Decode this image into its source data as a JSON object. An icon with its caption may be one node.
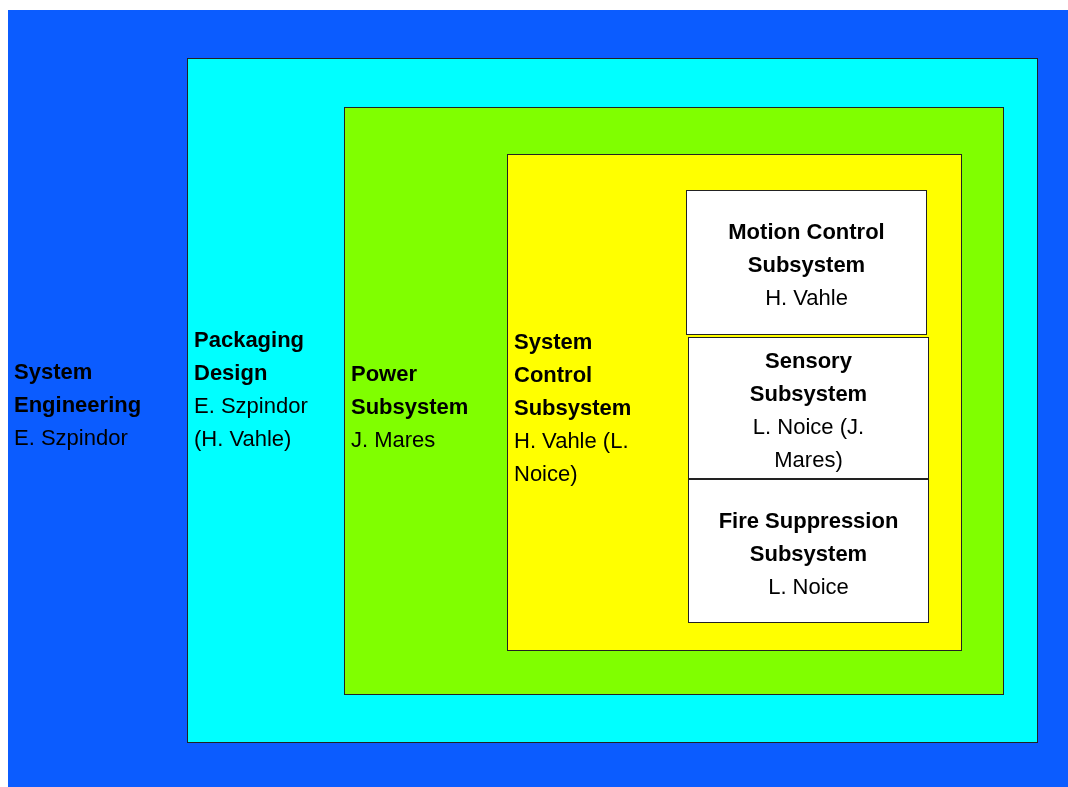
{
  "diagram": {
    "nodes": [
      {
        "text": [
          "System Engineering",
          "E. Szpindor"
        ]
      },
      {
        "text": [
          "Packaging Design",
          "E. Szpindor (H. Vahle)"
        ],
        "in": 0
      },
      {
        "text": [
          "Power Subsystem",
          "J. Mares"
        ],
        "in": 1
      },
      {
        "text": [
          "System Control Subsystem",
          "H. Vahle (L. Noice)"
        ],
        "in": 2
      },
      {
        "text": [
          "Motion Control Subsystem",
          "H. Vahle"
        ],
        "in": 3
      },
      {
        "text": [
          "Sensory Subsystem",
          "L. Noice (J. Mares)"
        ],
        "in": 3
      },
      {
        "text": [
          "Fire Suppression Subsystem",
          "L. Noice"
        ],
        "in": 3
      }
    ]
  }
}
